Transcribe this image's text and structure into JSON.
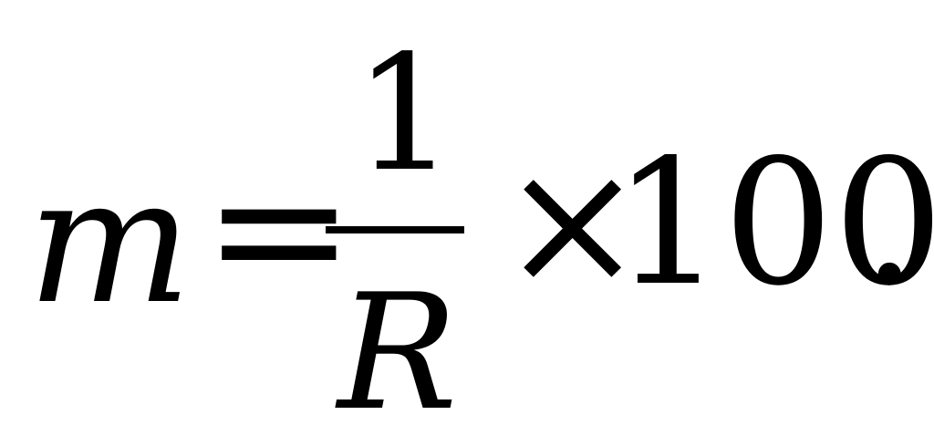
{
  "formula": {
    "variable": "m",
    "equals": "=",
    "numerator": "1",
    "denominator": "R",
    "operator": "×",
    "number": "100",
    "period": "."
  }
}
